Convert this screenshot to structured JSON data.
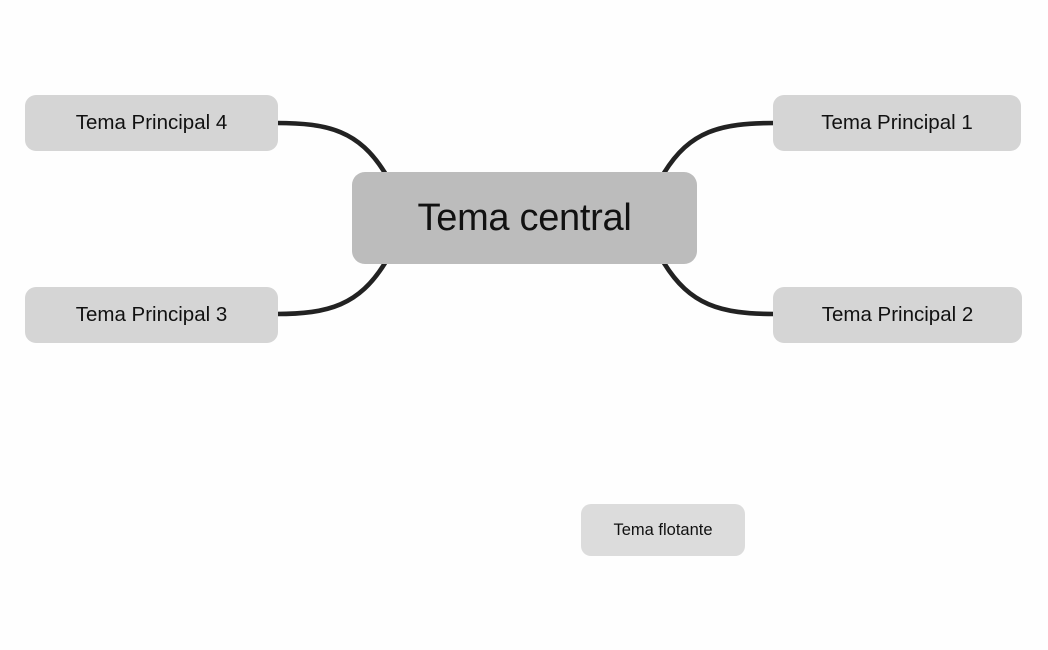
{
  "diagram": {
    "type": "mind-map",
    "language": "es",
    "background_color": "#fefefe",
    "central": {
      "label": "Tema central",
      "fill_color": "#bcbcbc",
      "text_color": "#111111"
    },
    "branches": [
      {
        "id": "branch-1",
        "label": "Tema Principal 1",
        "position": "top-right",
        "fill_color": "#d5d5d5"
      },
      {
        "id": "branch-2",
        "label": "Tema Principal 2",
        "position": "bottom-right",
        "fill_color": "#d5d5d5"
      },
      {
        "id": "branch-3",
        "label": "Tema Principal 3",
        "position": "bottom-left",
        "fill_color": "#d5d5d5"
      },
      {
        "id": "branch-4",
        "label": "Tema Principal 4",
        "position": "top-left",
        "fill_color": "#d5d5d5"
      }
    ],
    "floating": {
      "id": "floating-1",
      "label": "Tema flotante",
      "fill_color": "#dcdcdc"
    },
    "connectors": {
      "color": "#222222",
      "width": 4.5,
      "style": "curved",
      "count": 4
    }
  }
}
